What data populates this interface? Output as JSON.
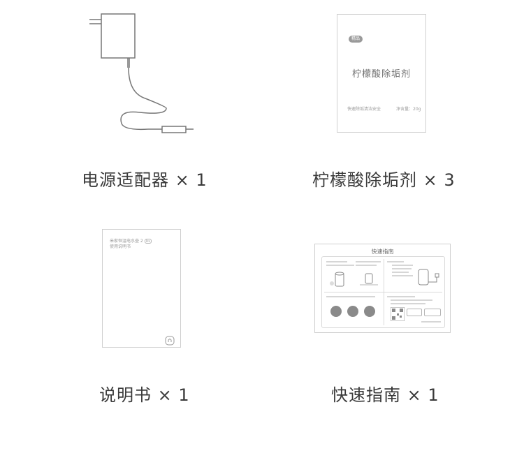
{
  "items": [
    {
      "caption": "电源适配器 × 1"
    },
    {
      "caption": "柠檬酸除垢剂 × 3",
      "package": {
        "badge": "精品",
        "title": "柠檬酸除垢剂",
        "left_note": "快速除垢清洁安全",
        "right_note": "净含量：20g"
      }
    },
    {
      "caption": "说明书 × 1",
      "manual": {
        "title_line": "米家恒温电水壶 2",
        "title_tag": "Pro",
        "subtitle": "使用说明书"
      }
    },
    {
      "caption": "快速指南 × 1",
      "guide": {
        "title": "快速指南"
      }
    }
  ]
}
